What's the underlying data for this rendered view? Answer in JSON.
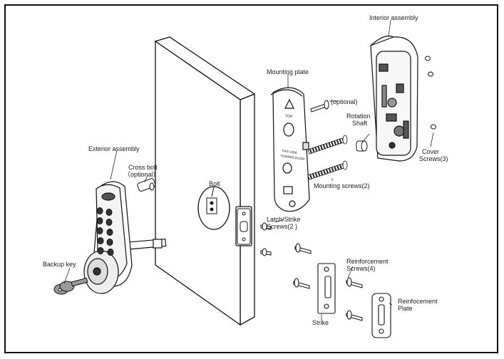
{
  "labels": {
    "interior_assembly": "Interior assembly",
    "mounting_plate": "Mounting plate",
    "optional": "(optional)",
    "rotation_shaft_1": "Rotation",
    "rotation_shaft_2": "Shaft",
    "cover_screws_1": "Cover",
    "cover_screws_2": "Screws(3)",
    "mounting_screws": "Mounting screws(2)",
    "exterior_assembly": "Exterior assembly",
    "cross_bolt_1": "Cross bolt",
    "cross_bolt_2": "（optional）",
    "bolt": "Bolt",
    "latch_strike_1": "Latch/Strike",
    "latch_strike_2": "Screws(2 )",
    "reinforcement_screws_1": "Reinforcement",
    "reinforcement_screws_2": "Screws(4)",
    "reinfocement_plate_1": "Reinfocement",
    "reinfocement_plate_2": "Plate",
    "backup_key": "Backup key",
    "strike": "Strike"
  },
  "plate_text": {
    "top": "TOP",
    "line1": "THIS SIDE",
    "line2": "TOWARD DOOR"
  }
}
